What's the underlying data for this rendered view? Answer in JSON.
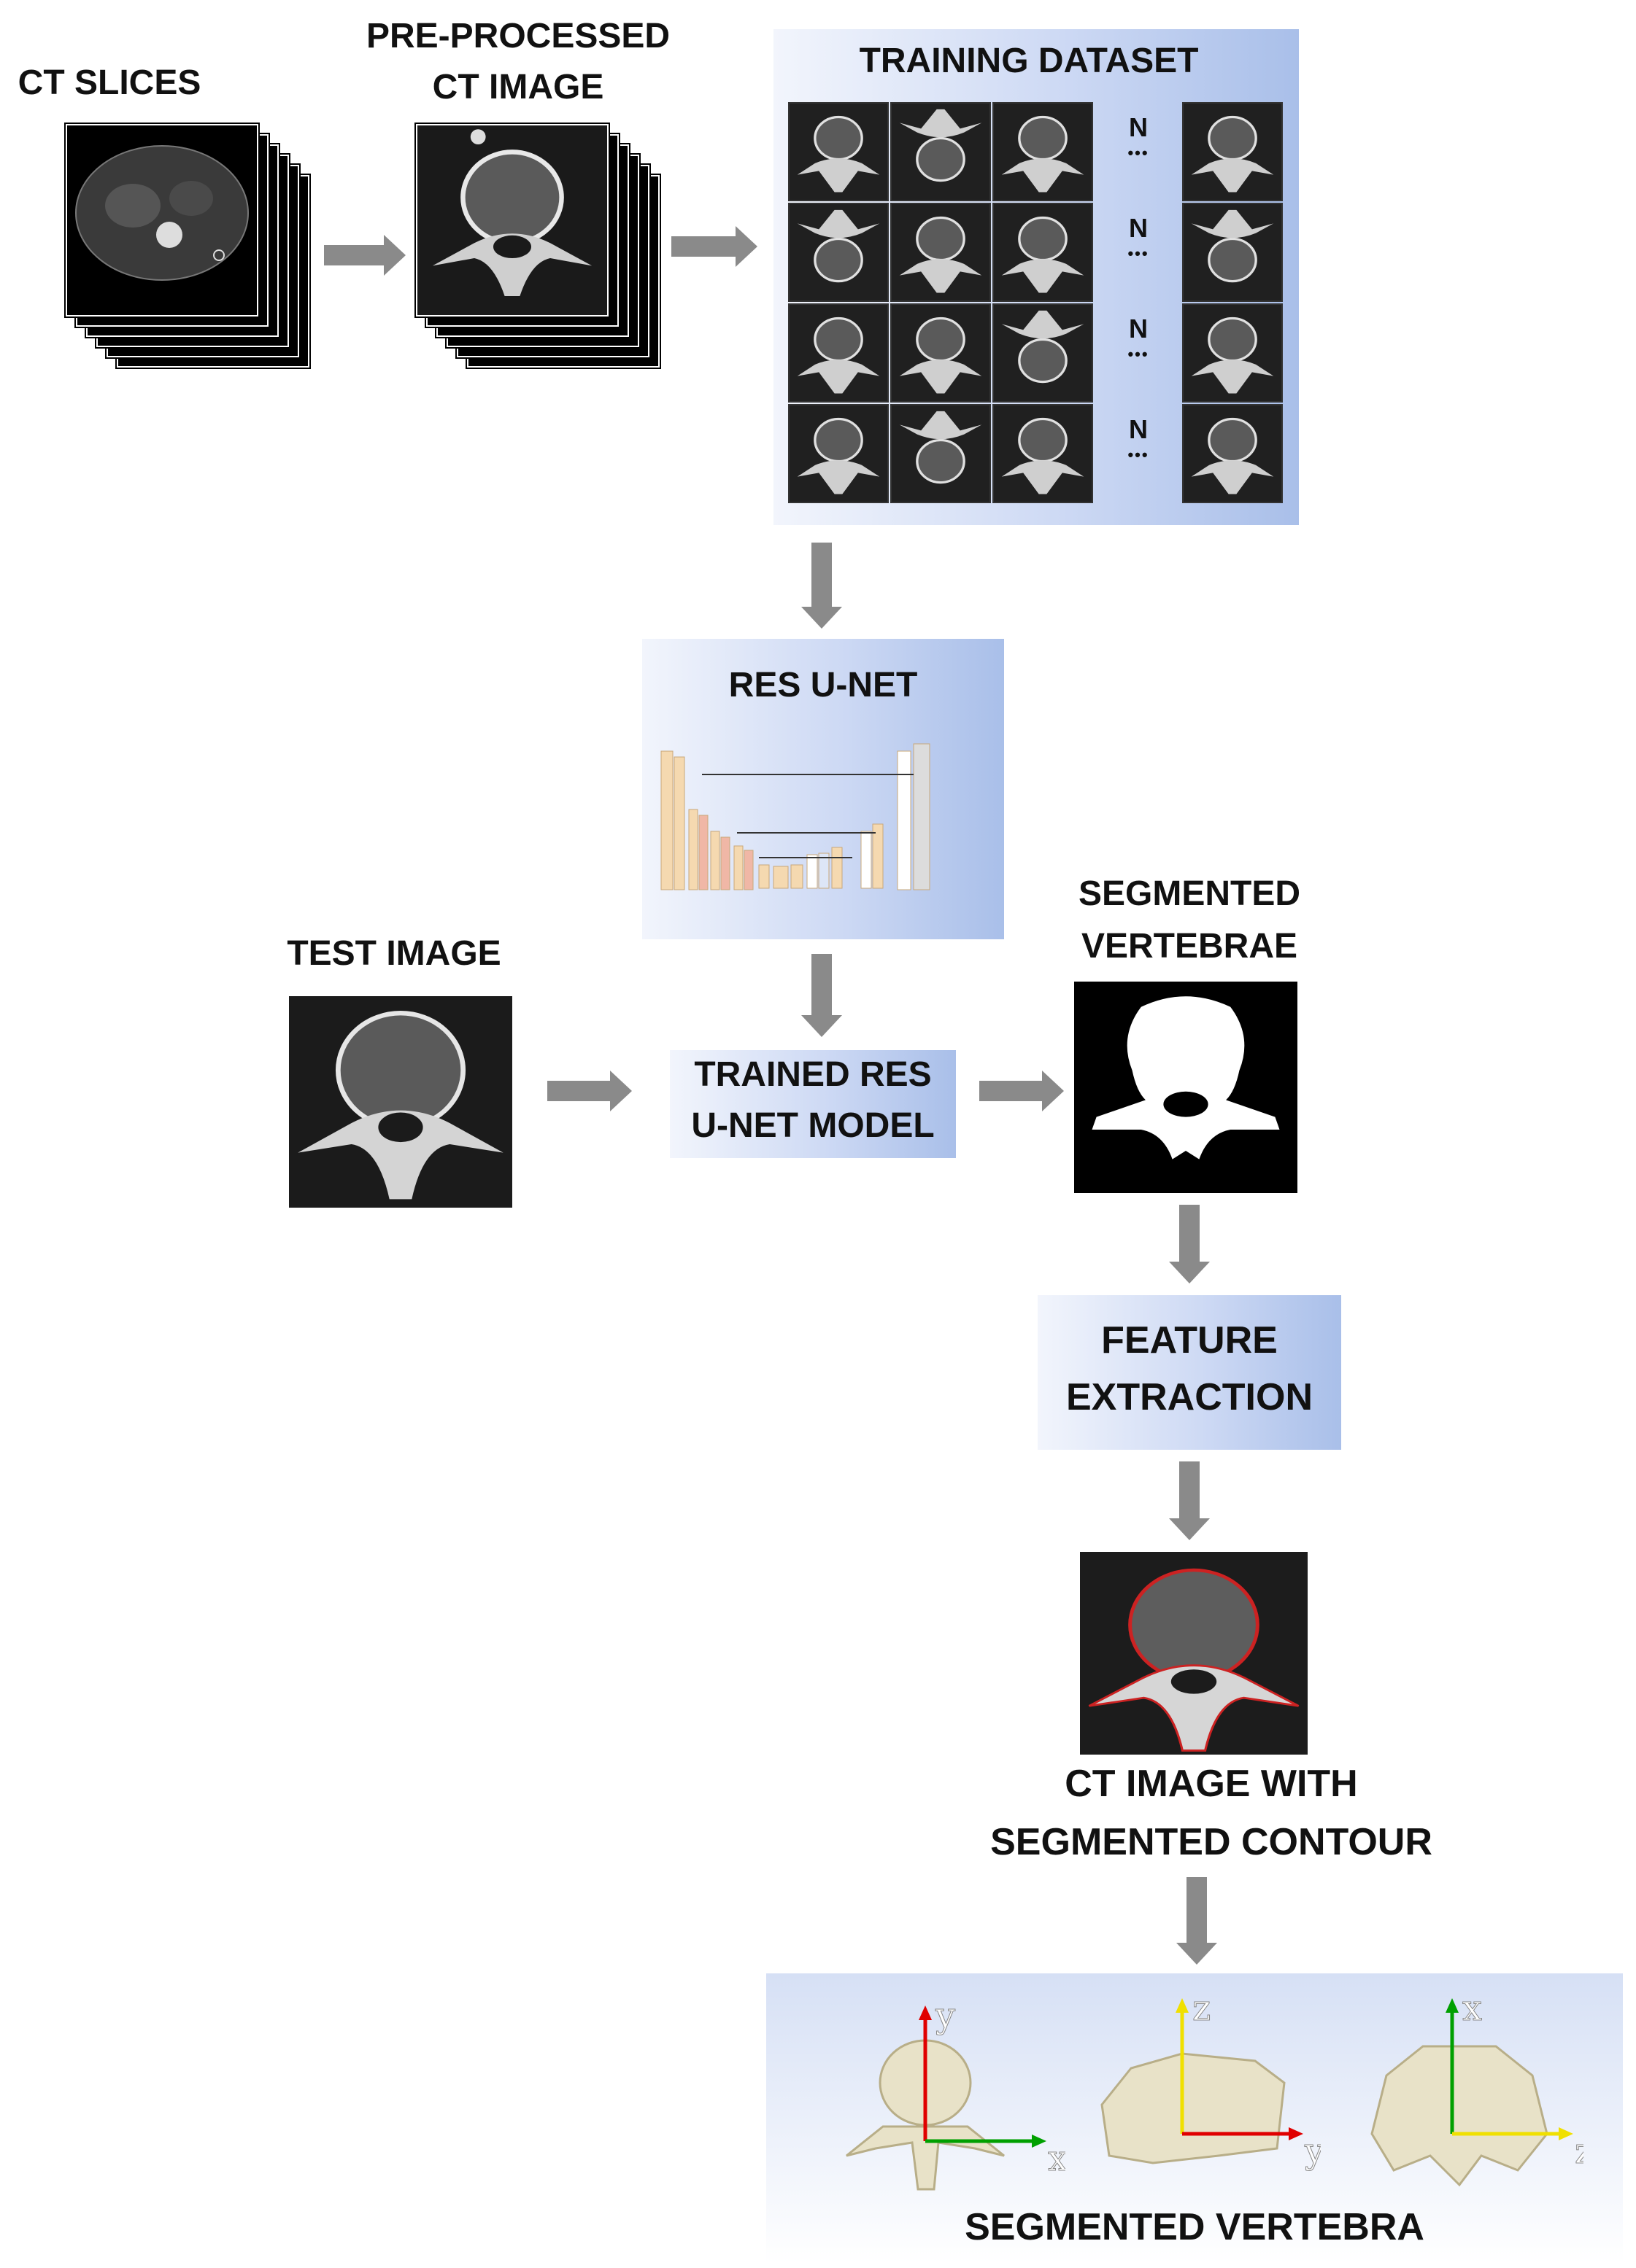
{
  "labels": {
    "ct_slices": "CT SLICES",
    "preprocessed_1": "PRE-PROCESSED",
    "preprocessed_2": "CT IMAGE",
    "training_dataset": "TRAINING DATASET",
    "res_unet": "RES U-NET",
    "test_image": "TEST IMAGE",
    "trained_model_1": "TRAINED RES",
    "trained_model_2": "U-NET MODEL",
    "segmented_vertebrae_1": "SEGMENTED",
    "segmented_vertebrae_2": "VERTEBRAE",
    "feature_extraction_1": "FEATURE",
    "feature_extraction_2": "EXTRACTION",
    "contour_1": "CT IMAGE WITH",
    "contour_2": "SEGMENTED CONTOUR",
    "segmented_vertebra": "SEGMENTED VERTEBRA"
  },
  "training_grid": {
    "row_marker": "N",
    "ellipsis": "•••"
  },
  "axes_views": [
    {
      "vertical": "y",
      "horizontal": "x"
    },
    {
      "vertical": "z",
      "horizontal": "y"
    },
    {
      "vertical": "x",
      "horizontal": "z"
    }
  ],
  "colors": {
    "arrow": "#8a8a8a",
    "box_gradient_light": "#f2f5fc",
    "box_gradient_dark": "#a9bfe9",
    "contour": "#cc2222",
    "bone": "#e8e2c8",
    "axis_red": "#e00000",
    "axis_green": "#00a000",
    "axis_yellow": "#f0e000"
  }
}
